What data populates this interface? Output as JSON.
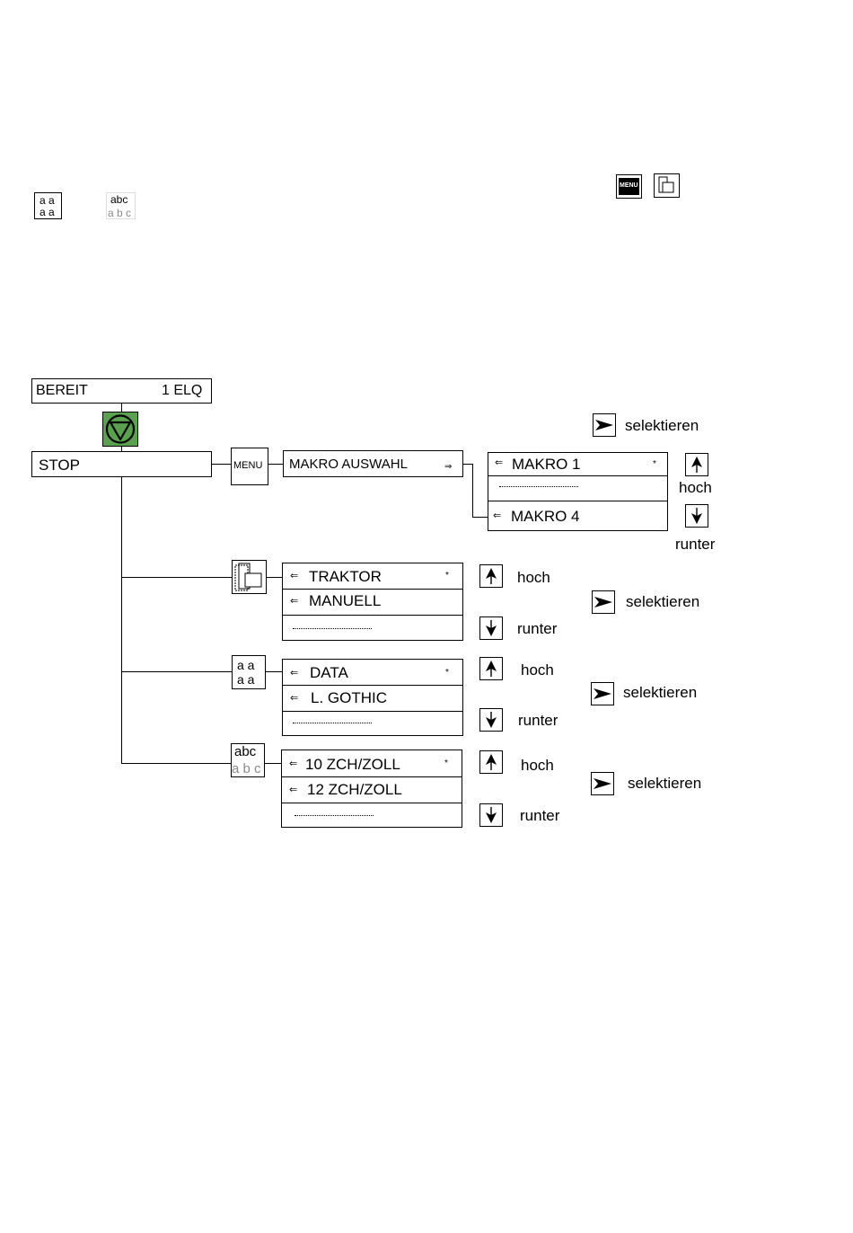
{
  "legend": {
    "aa_line1": "a a",
    "aa_line2": "a a",
    "abc_top": "abc",
    "abc_bottom": "a b c",
    "menu_icon_text": "MENU"
  },
  "status": {
    "bereit": "BEREIT",
    "elq": "1 ELQ",
    "stop": "STOP"
  },
  "menu_key_label": "MENU",
  "makro": {
    "title": "MAKRO AUSWAHL",
    "title_arrow": "⇒",
    "option1_arrow": "⇐",
    "option1": "MAKRO 1",
    "option1_star": "*",
    "option2_arrow": "⇐",
    "option2": "MAKRO 4",
    "select_label": "selektieren",
    "up_label": "hoch",
    "down_label": "runter"
  },
  "paper": {
    "option1_arrow": "⇐",
    "option1": "TRAKTOR",
    "option1_star": "*",
    "option2_arrow": "⇐",
    "option2": "MANUELL",
    "up_label": "hoch",
    "down_label": "runter",
    "select_label": "selektieren"
  },
  "font": {
    "key_line1": "a a",
    "key_line2": "a a",
    "option1_arrow": "⇐",
    "option1": "DATA",
    "option1_star": "*",
    "option2_arrow": "⇐",
    "option2": "L. GOTHIC",
    "up_label": "hoch",
    "down_label": "runter",
    "select_label": "selektieren"
  },
  "pitch": {
    "key_top": "abc",
    "key_bottom": "a b c",
    "option1_arrow": "⇐",
    "option1": "10 ZCH/ZOLL",
    "option1_star": "*",
    "option2_arrow": "⇐",
    "option2": "12 ZCH/ZOLL",
    "up_label": "hoch",
    "down_label": "runter",
    "select_label": "selektieren"
  },
  "colors": {
    "stop_button": "#5aa14f",
    "abc_gray": "#8a8a8a"
  }
}
